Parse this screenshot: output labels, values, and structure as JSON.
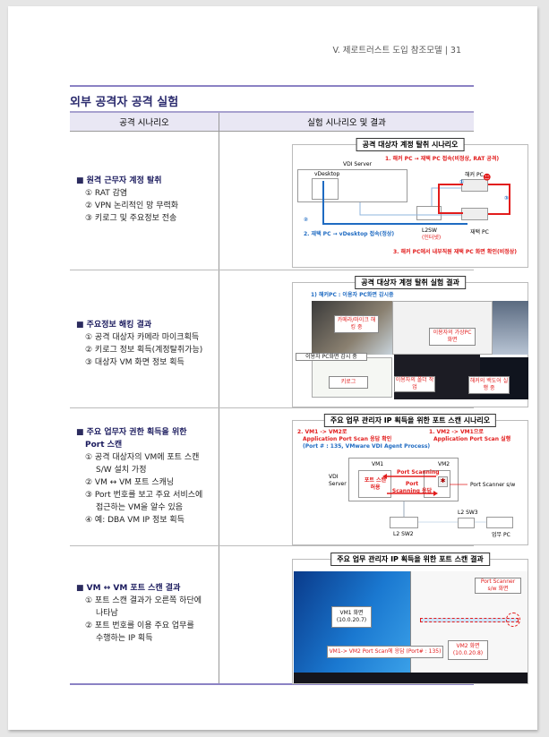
{
  "header": {
    "running_title": "V. 제로트러스트 도입 참조모델 | 31"
  },
  "section_title": "외부 공격자 공격 실험",
  "table": {
    "columns": [
      "공격 시나리오",
      "실험 시나리오 및 결과"
    ],
    "rows": [
      {
        "heading": "원격 근무자 계정 탈취",
        "items": [
          "① RAT 감염",
          "② VPN 논리적인 망 무력화",
          "③ 키로그 및 주요정보 전송"
        ]
      },
      {
        "heading": "주요정보 해킹 결과",
        "items": [
          "① 공격 대상자 카메라 마이크획득",
          "② 키로그 정보 획득(계정탈취가능)",
          "③ 대상자 VM 화면 정보 획득"
        ]
      },
      {
        "heading": "주요 업무자 권한 획득을 위한",
        "heading2": "Port 스캔",
        "items": [
          "① 공격 대상자의 VM에 포트 스캔",
          "S/W 설치 가정",
          "② VM ↔ VM 포트 스캐닝",
          "③ Port 번호를 보고 주요 서비스에",
          "접근하는 VM을 알수 있음",
          "④ 예: DBA VM IP 정보 획득"
        ]
      },
      {
        "heading": "VM ↔ VM 포트 스캔 결과",
        "items": [
          "① 포트 스캔 결과가 오른쪽 하단에",
          "나타남",
          "② 포트 번호를 이용 주요 업무를",
          "수행하는 IP 획득"
        ]
      }
    ]
  },
  "fig1": {
    "title": "공격 대상자 계정 탈취 시나리오",
    "step1": "1. 해커 PC → 재택 PC 접속(비정상, RAT 공격)",
    "vdi": "VDI Server",
    "vdesktop": "vDesktop",
    "hacker": "해커 PC",
    "home": "재택 PC",
    "l2sw": "L2SW",
    "internet": "(인터넷)",
    "step2": "2. 재택 PC → vDesktop 접속(정상)",
    "step3": "3. 해커 PC에서 내부직원 재택 PC 화면 확인(비정상)",
    "n1": "①",
    "n2": "②",
    "n3": "③"
  },
  "fig2": {
    "title": "공격 대상자 계정 탈취 실험 결과",
    "subtitle": "1) 해커PC : 이용자 PC화면 감시중",
    "cam": "카메라/마이크 해킹 중",
    "vpc": "이용자의 가상PC 화면",
    "watch": "이용자 PC화면 감시 중",
    "keylog": "키로그",
    "folder": "이용자의 폴더 작업",
    "backdoor": "해커의 백도어 실행 중"
  },
  "fig3": {
    "title": "주요 업무 관리자 IP 획득을 위한 포트 스캔 시나리오",
    "left1": "2. VM1 -> VM2로",
    "left2": "Application Port Scan 응답 확인",
    "left3": "(Port # : 135, VMware VDI Agent Process)",
    "right1": "1. VM2 -> VM1으로",
    "right2": "Application Port Scan 실행",
    "vm1": "VM1",
    "vm2": "VM2",
    "vdi": "VDI Server",
    "allow": "포트 스캔 허용",
    "scan": "Port Scanning",
    "resp": "Port Scanning 응답",
    "scanner": "Port Scanner s/w",
    "sw2": "L2 SW2",
    "sw3": "L2 SW3",
    "pc": "업무 PC"
  },
  "fig4": {
    "title": "주요 업무 관리자 IP 획득을 위한 포트 스캔 결과",
    "vm1": "VM1 화면 (10.0.20.7)",
    "scanner": "Port Scanner s/w 화면",
    "resp": "VM1-> VM2 Port Scan에 응답 (Port# : 135)",
    "vm2": "VM2 화면 (10.0.20.8)"
  }
}
